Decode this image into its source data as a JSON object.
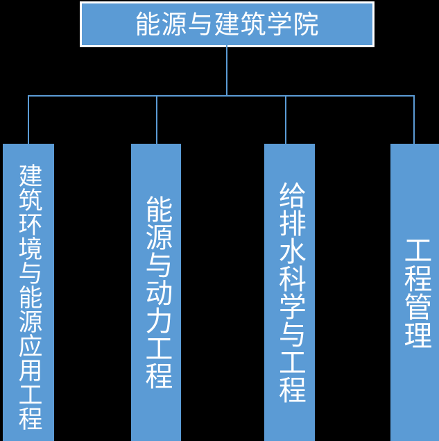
{
  "diagram": {
    "type": "organization-chart",
    "orientation": "top-down",
    "colors": {
      "node_fill": "#5B9BD5",
      "node_text": "#FFFFFF",
      "root_border": "#FFFFFF",
      "connector": "#5B9BD5",
      "background": "#000000"
    },
    "root": {
      "label": "能源与建筑学院"
    },
    "children": [
      {
        "label": "建筑环境与能源应用工程"
      },
      {
        "label": "能源与动力工程"
      },
      {
        "label": "给排水科学与工程"
      },
      {
        "label": "工程管理"
      }
    ]
  }
}
